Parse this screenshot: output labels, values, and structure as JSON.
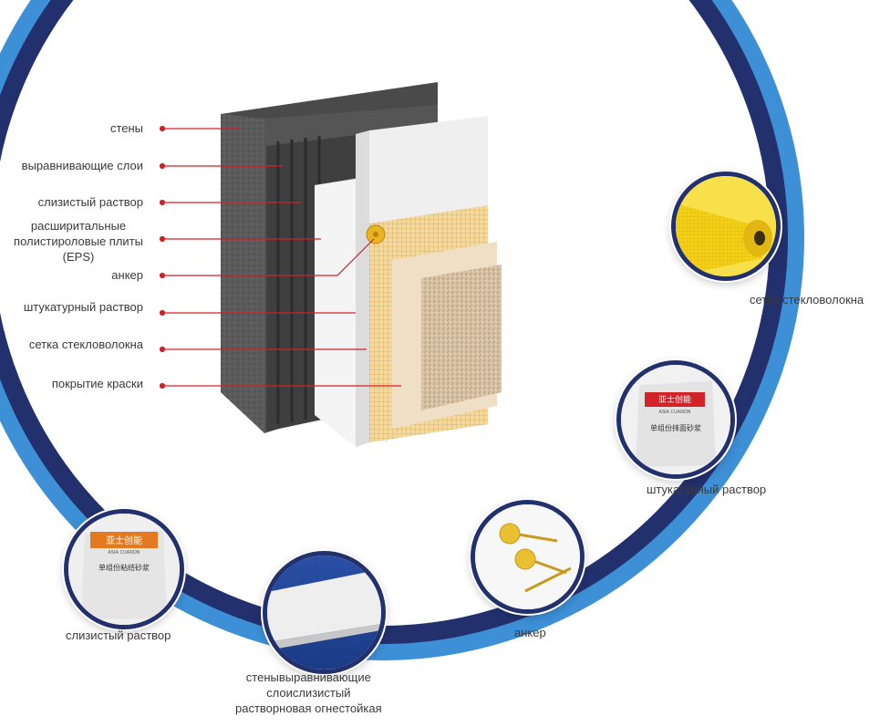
{
  "layer_labels": [
    "стены",
    "выравнивающие слои",
    "слизистый раствор",
    "расширитальные\nполистироловые плиты\n(EPS)",
    "анкер",
    "штукатурный раствор",
    "сетка стекловолокна",
    "покрытие краски"
  ],
  "bubbles": {
    "mesh": {
      "caption": "сетка стекловолокна"
    },
    "plaster": {
      "caption": "штукатурный раствор",
      "bag_brand": "亚士创能",
      "bag_brand_en": "ASIA CUANON",
      "bag_product": "单组份抹面砂浆"
    },
    "anchor": {
      "caption": "анкер"
    },
    "board": {
      "caption": "стенывыравнивающие\nслоислизистый\nрастворновая огнестойкая"
    },
    "adhesive": {
      "caption": "слизистый раствор",
      "bag_brand": "亚士创能",
      "bag_brand_en": "ASIA CUANON",
      "bag_product": "单组份粘结砂浆"
    }
  },
  "colors": {
    "ring_dark": "#23306e",
    "ring_light": "#3d8fd6",
    "leader": "#d0202a"
  }
}
